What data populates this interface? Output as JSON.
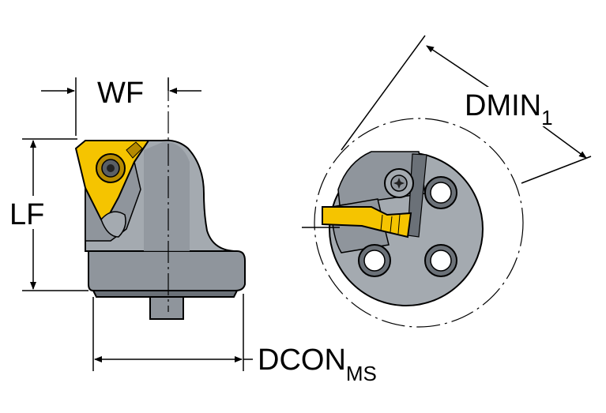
{
  "labels": {
    "wf": "WF",
    "lf": "LF",
    "dmin": {
      "main": "DMIN",
      "sub": "1"
    },
    "dcon": {
      "main": "DCON",
      "sub": "MS"
    }
  },
  "colors": {
    "body_light": "#a4aab0",
    "body_mid": "#8f959c",
    "body_dark": "#6b7178",
    "insert_yellow": "#f5c400",
    "insert_dark": "#b58a00",
    "outline": "#000000",
    "background": "#ffffff"
  }
}
